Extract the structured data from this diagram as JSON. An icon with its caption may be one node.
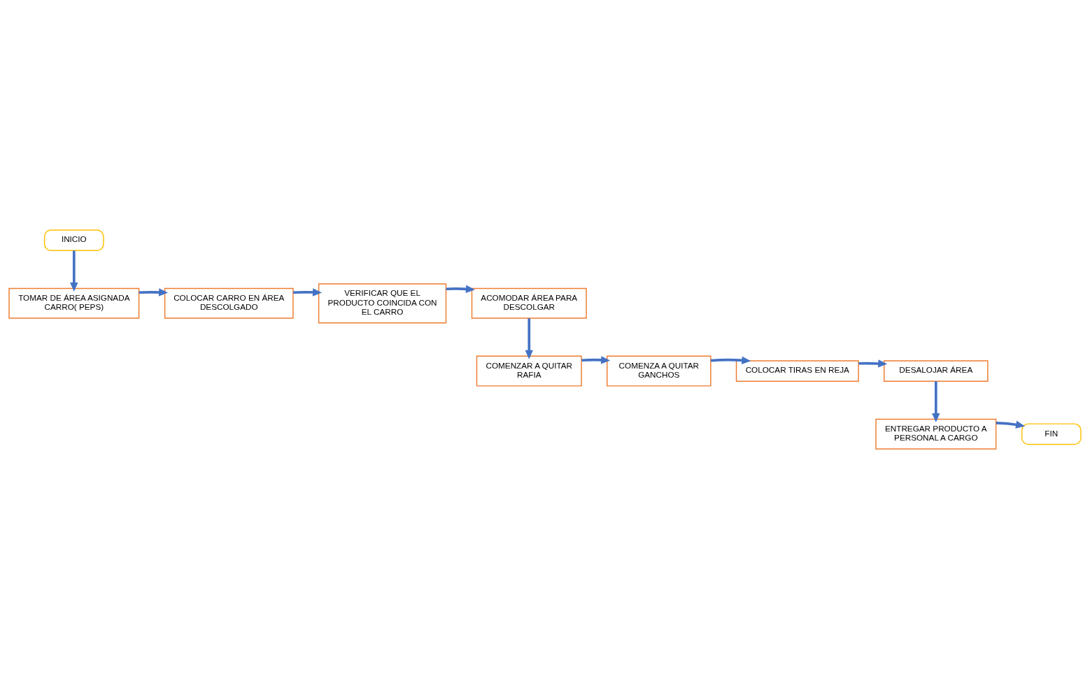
{
  "diagram": {
    "nodes": [
      {
        "text": [
          "INICIO"
        ]
      },
      {
        "text": [
          "TOMAR DE ÁREA ASIGNADA CARRO( PEPS)"
        ]
      },
      {
        "text": [
          "COLOCAR CARRO EN ÁREA DESCOLGADO"
        ]
      },
      {
        "text": [
          "VERIFICAR QUE EL PRODUCTO COINCIDA CON EL CARRO"
        ]
      },
      {
        "text": [
          "ACOMODAR ÁREA PARA DESCOLGAR"
        ]
      },
      {
        "text": [
          "COMENZAR A QUITAR RAFIA"
        ]
      },
      {
        "text": [
          "COMENZA A QUITAR GANCHOS"
        ]
      },
      {
        "text": [
          "COLOCAR TIRAS EN REJA"
        ]
      },
      {
        "text": [
          "DESALOJAR ÁREA"
        ]
      },
      {
        "text": [
          "ENTREGAR PRODUCTO A PERSONAL A CARGO"
        ]
      },
      {
        "text": [
          "FIN"
        ]
      }
    ],
    "edges": [
      {
        "from": 0,
        "to": 1,
        "arrow": "to"
      },
      {
        "from": 1,
        "to": 2,
        "arrow": "to"
      },
      {
        "from": 2,
        "to": 3,
        "arrow": "to"
      },
      {
        "from": 3,
        "to": 4,
        "arrow": "to"
      },
      {
        "from": 4,
        "to": 5,
        "arrow": "to"
      },
      {
        "from": 5,
        "to": 6,
        "arrow": "to"
      },
      {
        "from": 6,
        "to": 7,
        "arrow": "to"
      },
      {
        "from": 7,
        "to": 8,
        "arrow": "to"
      },
      {
        "from": 8,
        "to": 9,
        "arrow": "to"
      },
      {
        "from": 9,
        "to": 10,
        "arrow": "to"
      }
    ]
  }
}
